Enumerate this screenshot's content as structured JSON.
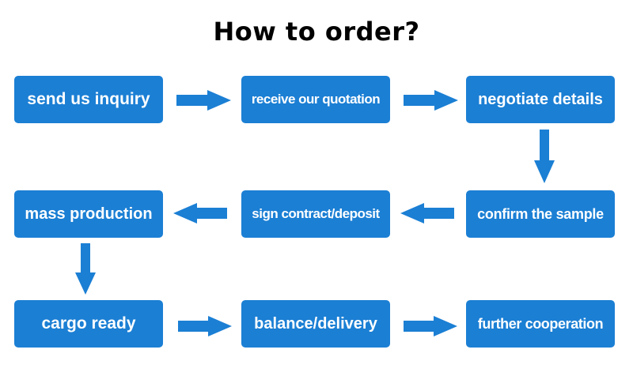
{
  "title": "How to order?",
  "colors": {
    "box": "#1b7fd4",
    "arrow": "#1b7fd4"
  },
  "steps": [
    {
      "label": "send us inquiry"
    },
    {
      "label": "receive our quotation"
    },
    {
      "label": "negotiate details"
    },
    {
      "label": "confirm the sample"
    },
    {
      "label": "sign contract/deposit"
    },
    {
      "label": "mass production"
    },
    {
      "label": "cargo ready"
    },
    {
      "label": "balance/delivery"
    },
    {
      "label": "further cooperation"
    }
  ]
}
